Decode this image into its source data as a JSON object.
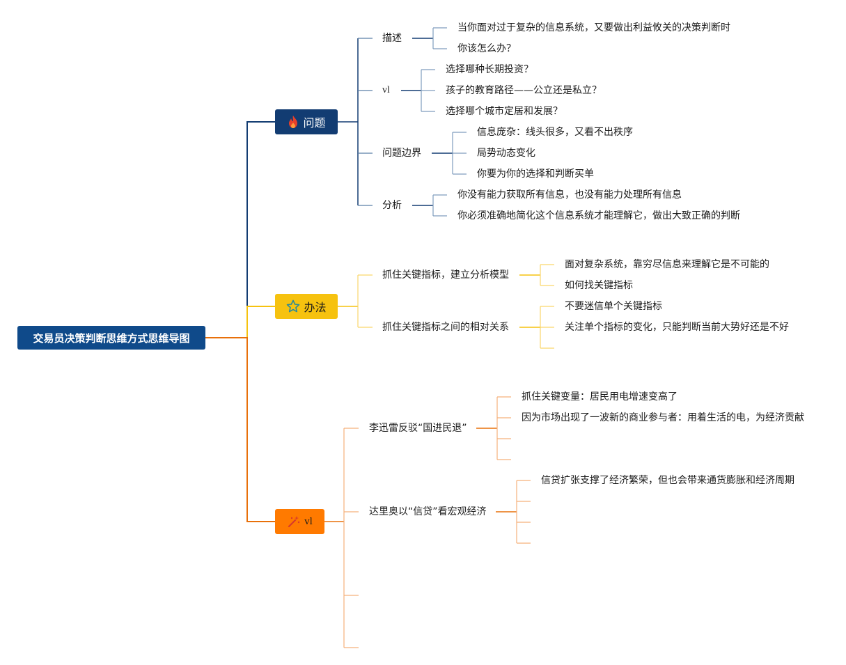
{
  "colors": {
    "root": "#0f4a8a",
    "branch1": "#123c72",
    "branch2": "#f6c20f",
    "branch3": "#ff7a00"
  },
  "root": {
    "label": "交易员决策判断思维方式思维导图"
  },
  "branches": [
    {
      "icon": "flame-icon",
      "label": "问题",
      "children": [
        {
          "label": "描述",
          "children": [
            "当你面对过于复杂的信息系统，又要做出利益攸关的决策判断时",
            "你该怎么办？"
          ]
        },
        {
          "label": "vl",
          "children": [
            "选择哪种长期投资？",
            "孩子的教育路径——公立还是私立？",
            "选择哪个城市定居和发展？"
          ]
        },
        {
          "label": "问题边界",
          "children": [
            "信息庞杂：线头很多，又看不出秩序",
            "局势动态变化",
            "你要为你的选择和判断买单"
          ]
        },
        {
          "label": "分析",
          "children": [
            "你没有能力获取所有信息，也没有能力处理所有信息",
            "你必须准确地简化这个信息系统才能理解它，做出大致正确的判断"
          ]
        }
      ]
    },
    {
      "icon": "star-icon",
      "label": "办法",
      "children": [
        {
          "label": "抓住关键指标，建立分析模型",
          "children": [
            "面对复杂系统，靠穷尽信息来理解它是不可能的",
            "如何找关键指标"
          ]
        },
        {
          "label": "抓住关键指标之间的相对关系",
          "children": [
            "不要迷信单个关键指标",
            "关注单个指标的变化，只能判断当前大势好还是不好",
            ""
          ]
        }
      ]
    },
    {
      "icon": "magic-wand-icon",
      "label": "vl",
      "children": [
        {
          "label": "李迅雷反驳“国进民退”",
          "children": [
            "抓住关键变量：居民用电增速变高了",
            "因为市场出现了一波新的商业参与者：用着生活的电，为经济贡献",
            "",
            ""
          ]
        },
        {
          "label": "达里奥以“信贷”看宏观经济",
          "children": [
            "信贷扩张支撑了经济繁荣，但也会带来通货膨胀和经济周期",
            "",
            "",
            ""
          ]
        },
        {
          "label": "",
          "children": []
        },
        {
          "label": "",
          "children": []
        }
      ]
    }
  ]
}
